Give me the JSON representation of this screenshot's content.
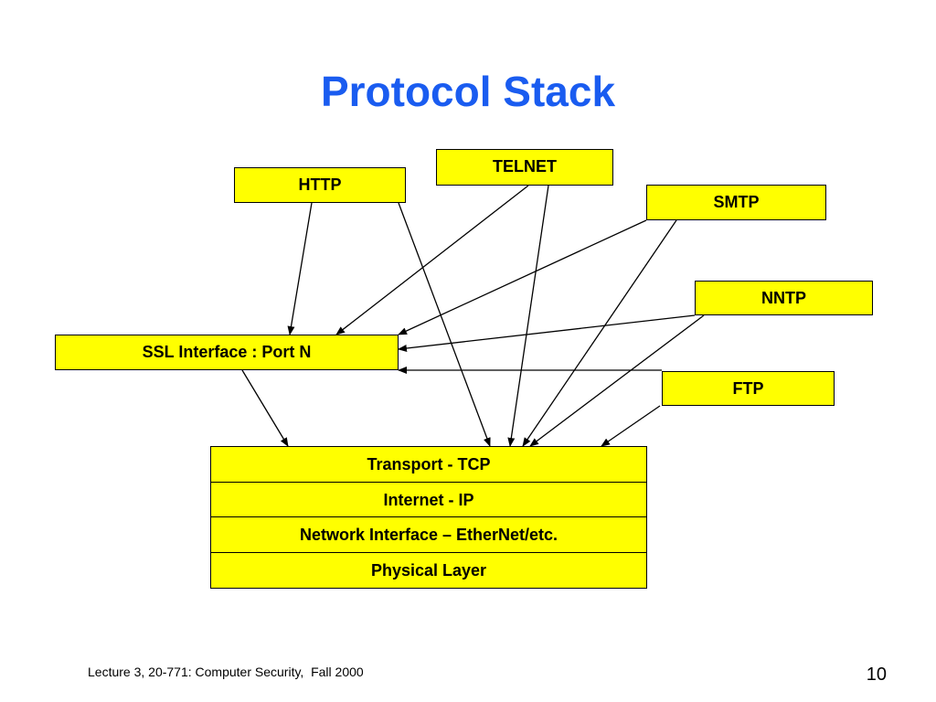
{
  "title": "Protocol Stack",
  "colors": {
    "title": "#1a5cf0",
    "box_fill": "#ffff00",
    "stroke": "#000000"
  },
  "protocols": {
    "http": "HTTP",
    "telnet": "TELNET",
    "smtp": "SMTP",
    "nntp": "NNTP",
    "ftp": "FTP"
  },
  "ssl": "SSL Interface : Port N",
  "stack": [
    "Transport - TCP",
    "Internet - IP",
    "Network Interface – EtherNet/etc.",
    "Physical Layer"
  ],
  "footer": {
    "left": "Lecture 3, 20-771: Computer Security,  Fall 2000",
    "page": "10"
  }
}
